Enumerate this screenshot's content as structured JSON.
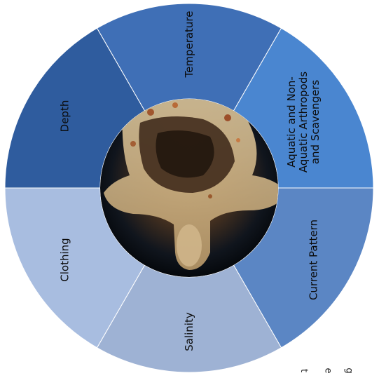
{
  "diagram": {
    "segments": [
      {
        "id": "temperature",
        "label": "Temperature",
        "color": "#3f6fb6"
      },
      {
        "id": "arthropods",
        "label": "Aquatic and Non-Aquatic Arthropods and Scavengers",
        "lines": [
          "Aquatic and Non-",
          "Aquatic Arthropods",
          "and Scavengers"
        ],
        "color": "#4a86d0"
      },
      {
        "id": "current",
        "label": "Current Pattern",
        "color": "#5b86c4"
      },
      {
        "id": "salinity",
        "label": "Salinity",
        "color": "#9eb2d4"
      },
      {
        "id": "clothing",
        "label": "Clothing",
        "color": "#a8bde0"
      },
      {
        "id": "depth",
        "label": "Depth",
        "color": "#2f5c9e"
      }
    ],
    "center_image": "micrograph-photo",
    "edge_text": [
      "t",
      "e",
      "g"
    ]
  }
}
